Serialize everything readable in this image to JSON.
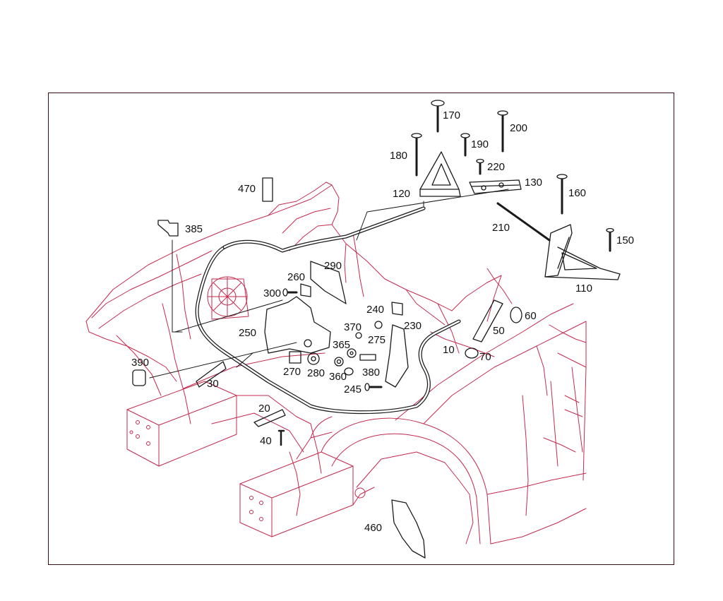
{
  "diagram": {
    "colors": {
      "body_lines": "#c42a4e",
      "part_lines": "#1a1a1a",
      "frame": "#3a0d14"
    },
    "callouts": [
      "10",
      "20",
      "30",
      "40",
      "50",
      "60",
      "70",
      "110",
      "120",
      "130",
      "150",
      "160",
      "170",
      "180",
      "190",
      "200",
      "210",
      "220",
      "230",
      "240",
      "245",
      "250",
      "260",
      "270",
      "275",
      "280",
      "290",
      "300",
      "360",
      "365",
      "370",
      "380",
      "385",
      "390",
      "460",
      "470"
    ]
  }
}
